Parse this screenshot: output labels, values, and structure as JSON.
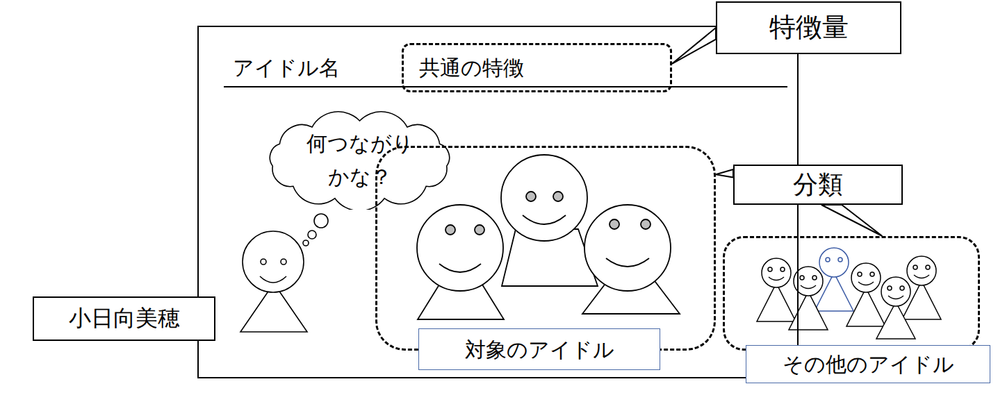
{
  "diagram": {
    "nodes": [
      {
        "text": [
          "特徴量"
        ]
      },
      {
        "text": [
          "アイドル名"
        ]
      },
      {
        "text": [
          "共通の特徴"
        ],
        "in": 1
      },
      {
        "text": [
          "何つながり かな？"
        ],
        "in": 1
      },
      {
        "text": [
          "小日向美穂"
        ]
      },
      {
        "text": [
          "対象のアイドル"
        ],
        "in": 1
      },
      {
        "text": [
          "分類"
        ]
      },
      {
        "text": [
          "その他のアイドル"
        ]
      }
    ],
    "edges": [
      {
        "from": 0,
        "to": 2,
        "arrow": "none"
      },
      {
        "from": 6,
        "to": 5,
        "arrow": "none"
      },
      {
        "from": 6,
        "to": 7,
        "arrow": "none"
      }
    ]
  }
}
